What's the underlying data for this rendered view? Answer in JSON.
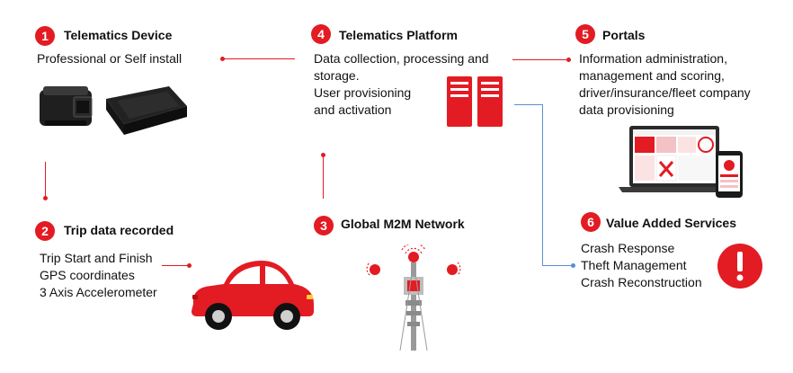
{
  "sections": {
    "device": {
      "number": "1",
      "title": "Telematics Device",
      "lines": [
        "Professional or Self install"
      ]
    },
    "trip": {
      "number": "2",
      "title": "Trip data recorded",
      "lines": [
        "Trip Start and Finish",
        "GPS coordinates",
        "3 Axis Accelerometer"
      ]
    },
    "network": {
      "number": "3",
      "title": "Global M2M Network",
      "lines": []
    },
    "platform": {
      "number": "4",
      "title": "Telematics Platform",
      "lines": [
        "Data collection, processing and",
        "storage.",
        "User provisioning",
        "and activation"
      ]
    },
    "portals": {
      "number": "5",
      "title": "Portals",
      "lines": [
        "Information administration,",
        "management and scoring,",
        "driver/insurance/fleet company",
        "data provisioning"
      ]
    },
    "vas": {
      "number": "6",
      "title": "Value Added Services",
      "lines": [
        "Crash Response",
        "Theft Management",
        "Crash Reconstruction"
      ]
    }
  },
  "icons": {
    "device_images": "obd-dongle-and-black-box",
    "car": "red-car",
    "tower": "cell-tower-with-signal-icons",
    "server": "server-rack-icon",
    "portal": "laptop-and-phone-dashboard",
    "alert": "exclamation-alert-icon"
  },
  "colors": {
    "accent": "#e31b23",
    "connector_blue": "#5b8fd0",
    "text": "#111111"
  }
}
